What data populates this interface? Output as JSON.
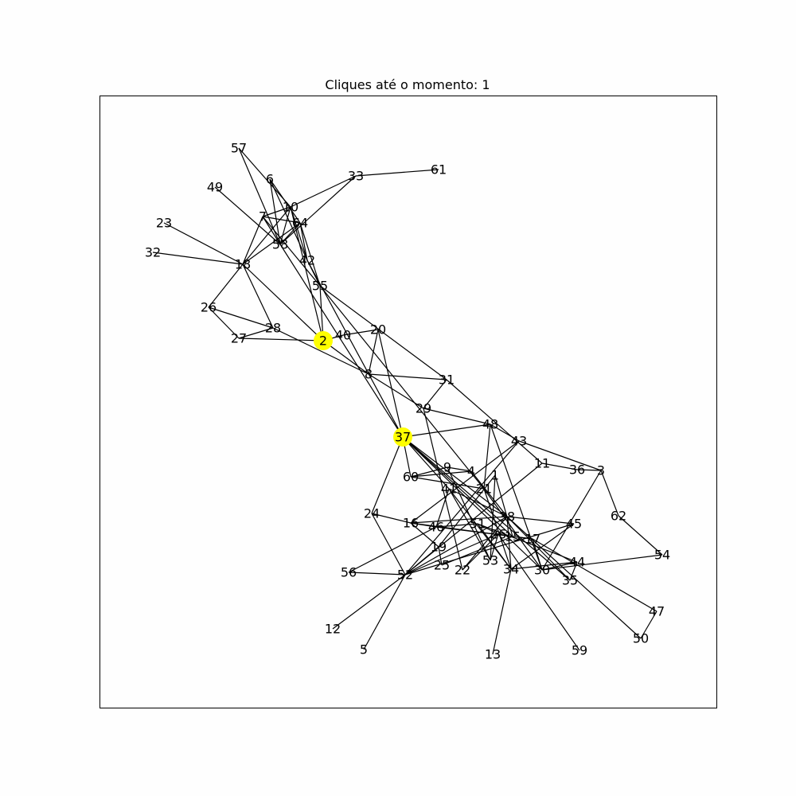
{
  "title": "Cliques até o momento: 1",
  "colors": {
    "highlight": "#ffff00",
    "edge": "#000000",
    "background": "#fefefe"
  },
  "nodes": [
    {
      "id": "57"
    },
    {
      "id": "6"
    },
    {
      "id": "33"
    },
    {
      "id": "61"
    },
    {
      "id": "49"
    },
    {
      "id": "10"
    },
    {
      "id": "7"
    },
    {
      "id": "64"
    },
    {
      "id": "23"
    },
    {
      "id": "58"
    },
    {
      "id": "32"
    },
    {
      "id": "18"
    },
    {
      "id": "42"
    },
    {
      "id": "55"
    },
    {
      "id": "26"
    },
    {
      "id": "28"
    },
    {
      "id": "27"
    },
    {
      "id": "2",
      "highlighted": true
    },
    {
      "id": "40"
    },
    {
      "id": "20"
    },
    {
      "id": "8"
    },
    {
      "id": "31"
    },
    {
      "id": "29"
    },
    {
      "id": "48"
    },
    {
      "id": "37",
      "highlighted": true
    },
    {
      "id": "43"
    },
    {
      "id": "11"
    },
    {
      "id": "36"
    },
    {
      "id": "3"
    },
    {
      "id": "9"
    },
    {
      "id": "4"
    },
    {
      "id": "60"
    },
    {
      "id": "1"
    },
    {
      "id": "41"
    },
    {
      "id": "21"
    },
    {
      "id": "24"
    },
    {
      "id": "38"
    },
    {
      "id": "62"
    },
    {
      "id": "16"
    },
    {
      "id": "46"
    },
    {
      "id": "51"
    },
    {
      "id": "45"
    },
    {
      "id": "26b",
      "label": "26"
    },
    {
      "id": "15"
    },
    {
      "id": "17"
    },
    {
      "id": "54"
    },
    {
      "id": "19"
    },
    {
      "id": "25"
    },
    {
      "id": "53"
    },
    {
      "id": "22"
    },
    {
      "id": "34"
    },
    {
      "id": "30"
    },
    {
      "id": "44"
    },
    {
      "id": "56"
    },
    {
      "id": "52"
    },
    {
      "id": "35"
    },
    {
      "id": "47"
    },
    {
      "id": "12"
    },
    {
      "id": "50"
    },
    {
      "id": "5"
    },
    {
      "id": "13"
    },
    {
      "id": "59"
    }
  ],
  "edges": [
    [
      "57",
      "58"
    ],
    [
      "57",
      "10"
    ],
    [
      "6",
      "58"
    ],
    [
      "6",
      "42"
    ],
    [
      "6",
      "64"
    ],
    [
      "33",
      "61"
    ],
    [
      "33",
      "10"
    ],
    [
      "33",
      "58"
    ],
    [
      "49",
      "58"
    ],
    [
      "10",
      "7"
    ],
    [
      "10",
      "58"
    ],
    [
      "10",
      "18"
    ],
    [
      "10",
      "2"
    ],
    [
      "10",
      "42"
    ],
    [
      "7",
      "64"
    ],
    [
      "7",
      "58"
    ],
    [
      "7",
      "18"
    ],
    [
      "7",
      "55"
    ],
    [
      "64",
      "58"
    ],
    [
      "64",
      "18"
    ],
    [
      "64",
      "42"
    ],
    [
      "64",
      "55"
    ],
    [
      "23",
      "18"
    ],
    [
      "32",
      "18"
    ],
    [
      "18",
      "26"
    ],
    [
      "18",
      "28"
    ],
    [
      "18",
      "2"
    ],
    [
      "58",
      "37"
    ],
    [
      "42",
      "37"
    ],
    [
      "42",
      "55"
    ],
    [
      "55",
      "2"
    ],
    [
      "55",
      "31"
    ],
    [
      "55",
      "21"
    ],
    [
      "26",
      "28"
    ],
    [
      "26",
      "27"
    ],
    [
      "27",
      "28"
    ],
    [
      "27",
      "2"
    ],
    [
      "28",
      "8"
    ],
    [
      "2",
      "40"
    ],
    [
      "2",
      "8"
    ],
    [
      "40",
      "20"
    ],
    [
      "20",
      "8"
    ],
    [
      "20",
      "37"
    ],
    [
      "8",
      "31"
    ],
    [
      "8",
      "29"
    ],
    [
      "31",
      "29"
    ],
    [
      "31",
      "11"
    ],
    [
      "29",
      "48"
    ],
    [
      "29",
      "22"
    ],
    [
      "48",
      "37"
    ],
    [
      "48",
      "43"
    ],
    [
      "48",
      "30"
    ],
    [
      "48",
      "21"
    ],
    [
      "43",
      "3"
    ],
    [
      "43",
      "16"
    ],
    [
      "43",
      "52"
    ],
    [
      "11",
      "36"
    ],
    [
      "11",
      "52"
    ],
    [
      "36",
      "3"
    ],
    [
      "3",
      "62"
    ],
    [
      "3",
      "30"
    ],
    [
      "62",
      "54"
    ],
    [
      "37",
      "60"
    ],
    [
      "37",
      "24"
    ],
    [
      "37",
      "30"
    ],
    [
      "37",
      "15"
    ],
    [
      "37",
      "38"
    ],
    [
      "37",
      "35"
    ],
    [
      "37",
      "41"
    ],
    [
      "9",
      "4"
    ],
    [
      "9",
      "60"
    ],
    [
      "9",
      "53"
    ],
    [
      "60",
      "4"
    ],
    [
      "60",
      "21"
    ],
    [
      "4",
      "38"
    ],
    [
      "1",
      "15"
    ],
    [
      "1",
      "53"
    ],
    [
      "1",
      "19"
    ],
    [
      "41",
      "38"
    ],
    [
      "41",
      "46"
    ],
    [
      "41",
      "34"
    ],
    [
      "41",
      "53"
    ],
    [
      "21",
      "30"
    ],
    [
      "21",
      "34"
    ],
    [
      "24",
      "16"
    ],
    [
      "24",
      "52"
    ],
    [
      "38",
      "16"
    ],
    [
      "38",
      "45"
    ],
    [
      "38",
      "34"
    ],
    [
      "38",
      "22"
    ],
    [
      "38",
      "52"
    ],
    [
      "16",
      "46"
    ],
    [
      "16",
      "15"
    ],
    [
      "16",
      "19"
    ],
    [
      "46",
      "51"
    ],
    [
      "46",
      "17"
    ],
    [
      "51",
      "26b"
    ],
    [
      "51",
      "34"
    ],
    [
      "51",
      "44"
    ],
    [
      "45",
      "34"
    ],
    [
      "26b",
      "15"
    ],
    [
      "15",
      "17"
    ],
    [
      "17",
      "47"
    ],
    [
      "17",
      "30"
    ],
    [
      "54",
      "30"
    ],
    [
      "19",
      "52"
    ],
    [
      "19",
      "25"
    ],
    [
      "25",
      "15"
    ],
    [
      "53",
      "26b"
    ],
    [
      "22",
      "26b"
    ],
    [
      "34",
      "13"
    ],
    [
      "34",
      "44"
    ],
    [
      "30",
      "44"
    ],
    [
      "44",
      "35"
    ],
    [
      "56",
      "52"
    ],
    [
      "56",
      "46"
    ],
    [
      "52",
      "12"
    ],
    [
      "52",
      "5"
    ],
    [
      "52",
      "26b"
    ],
    [
      "52",
      "45"
    ],
    [
      "35",
      "38"
    ],
    [
      "47",
      "50"
    ],
    [
      "50",
      "38"
    ],
    [
      "59",
      "26b"
    ]
  ]
}
